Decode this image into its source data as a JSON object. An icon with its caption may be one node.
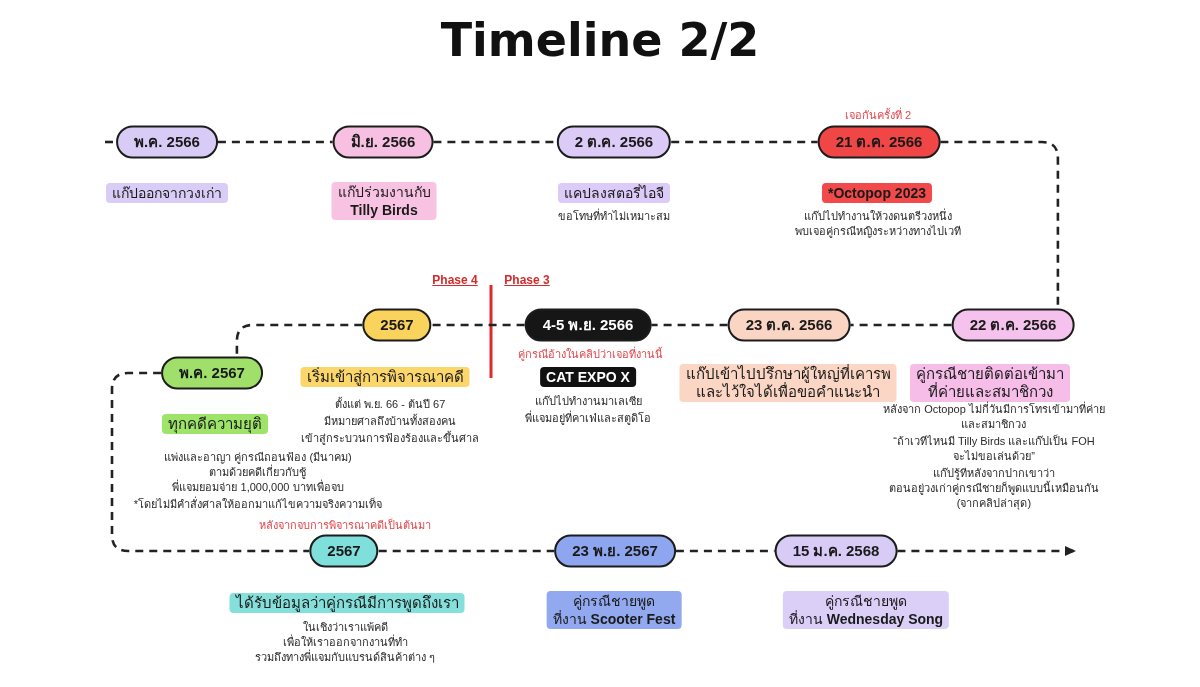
{
  "diagram": {
    "title": "Timeline 2/2",
    "nodes": [
      {
        "text": [
          "พ.ค. 2566"
        ]
      },
      {
        "text": [
          "แก๊ปออกจากวงเก่า"
        ]
      },
      {
        "text": [
          "มิ.ย. 2566"
        ]
      },
      {
        "text": [
          "แก๊ปร่วมงานกับ **Tilly Birds**"
        ]
      },
      {
        "text": [
          "2 ต.ค. 2566"
        ]
      },
      {
        "text": [
          "แคปลงสตอรี่ไอจี"
        ],
        "beside": [
          "ขอโทษที่ทำไม่เหมาะสม"
        ]
      },
      {
        "text": [
          "21 ต.ค. 2566"
        ],
        "beside": [
          "เจอกันครั้งที่ 2"
        ]
      },
      {
        "text": [
          "*Octopop 2023"
        ],
        "beside": [
          "แก๊ปไปทำงานให้วงดนตรีวงหนึ่ง พบเจอคู่กรณีหญิงระหว่างทางไปเวที"
        ]
      },
      {
        "text": [
          "พ.ค. 2567"
        ]
      },
      {
        "text": [
          "ทุกคดีความยุติ"
        ],
        "beside": [
          "แพ่งและอาญา คู่กรณีถอนฟ้อง (มีนาคม) ตามด้วยคดีเกี่ยวกับชู้ พี่แจมยอมจ่าย 1,000,000 บาทเพื่อจบ",
          "*โดยไม่มีคำสั่งศาลให้ออกมาแก้ไขความจริงความเท็จ"
        ]
      },
      {
        "text": [
          "2567"
        ]
      },
      {
        "text": [
          "เริ่มเข้าสู่การพิจารณาคดี"
        ],
        "beside": [
          "ตั้งแต่ พ.ย. 66 - ต้นปี 67",
          "มีหมายศาลถึงบ้านทั้งสองคน",
          "เข้าสู่กระบวนการฟ้องร้องและขึ้นศาล"
        ]
      },
      {
        "text": [
          "4-5 พ.ย. 2566"
        ],
        "beside": [
          "คู่กรณีอ้างในคลิปว่าเจอที่งานนี้"
        ]
      },
      {
        "text": [
          "CAT EXPO X"
        ],
        "beside": [
          "แก๊ปไปทำงานมาเลเซีย",
          "พี่แจมอยู่ที่คาเฟ่และสตูดิโอ"
        ]
      },
      {
        "text": [
          "23 ต.ค. 2566"
        ]
      },
      {
        "text": [
          "แก๊ปเข้าไปปรึกษาผู้ใหญ่ที่เคารพ และไว้ใจได้เพื่อขอคำแนะนำ"
        ]
      },
      {
        "text": [
          "22 ต.ค. 2566"
        ]
      },
      {
        "text": [
          "คู่กรณีชายติดต่อเข้ามา ที่ค่ายและสมาชิกวง"
        ],
        "beside": [
          "หลังจาก Octopop ไม่กี่วันมีการโทรเข้ามาที่ค่าย และสมาชิกวง",
          "“ถ้าเวทีไหนมี Tilly Birds และแก๊ปเป็น FOH จะไม่ขอเล่นด้วย”",
          "แก๊ปรู้ทีหลังจากปากเขาว่า ตอนอยู่วงเก่าคู่กรณีชายก็พูดแบบนี้เหมือนกัน (จากคลิปล่าสุด)"
        ]
      },
      {
        "text": [
          "2567"
        ],
        "beside": [
          "หลังจากจบการพิจารณาคดีเป็นต้นมา"
        ]
      },
      {
        "text": [
          "ได้รับข้อมูลว่าคู่กรณีมีการพูดถึงเรา"
        ],
        "beside": [
          "ในเชิงว่าเราแพ้คดี เพื่อให้เราออกจากงานที่ทำ รวมถึงทางพี่แจมกับแบรนด์สินค้าต่าง ๆ"
        ]
      },
      {
        "text": [
          "23 พ.ย. 2567"
        ]
      },
      {
        "text": [
          "คู่กรณีชายพูด ที่งาน **Scooter Fest**"
        ]
      },
      {
        "text": [
          "15 ม.ค. 2568"
        ]
      },
      {
        "text": [
          "คู่กรณีชายพูด ที่งาน **Wednesday Song**"
        ]
      }
    ],
    "edges": [
      {
        "from": null,
        "to": 0,
        "arrow": "none",
        "style": "dashed"
      },
      {
        "from": 0,
        "to": 2,
        "arrow": "none",
        "style": "dashed"
      },
      {
        "from": 2,
        "to": 4,
        "arrow": "none",
        "style": "dashed"
      },
      {
        "from": 4,
        "to": 6,
        "arrow": "none",
        "style": "dashed"
      },
      {
        "from": 6,
        "to": 16,
        "arrow": "none",
        "style": "dashed"
      },
      {
        "from": 16,
        "to": 14,
        "arrow": "none",
        "style": "dashed"
      },
      {
        "from": 14,
        "to": 12,
        "arrow": "none",
        "style": "dashed"
      },
      {
        "from": 12,
        "to": 10,
        "arrow": "none",
        "style": "dashed"
      },
      {
        "from": 10,
        "to": 8,
        "arrow": "none",
        "style": "dashed"
      },
      {
        "from": 8,
        "to": 18,
        "arrow": "none",
        "style": "dashed"
      },
      {
        "from": 18,
        "to": 20,
        "arrow": "none",
        "style": "dashed"
      },
      {
        "from": 20,
        "to": 22,
        "arrow": "none",
        "style": "dashed"
      },
      {
        "from": 22,
        "to": null,
        "arrow": "to",
        "style": "dashed"
      }
    ],
    "labels": [
      "Phase 4",
      "Phase 3"
    ]
  }
}
